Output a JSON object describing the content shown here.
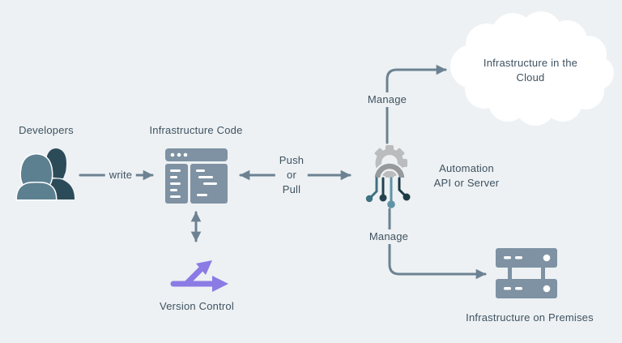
{
  "diagram_type": "infrastructure-as-code-workflow",
  "nodes": {
    "developers": {
      "label": "Developers",
      "icon": "two-people-icon",
      "color_front": "#5d8090",
      "color_back": "#2c4b59"
    },
    "infrastructure_code": {
      "label": "Infrastructure Code",
      "icon": "code-window-icon",
      "color": "#7e92a3"
    },
    "version_control": {
      "label": "Version Control",
      "icon": "git-branch-icon",
      "color": "#8b7be4"
    },
    "automation": {
      "label_line1": "Automation",
      "label_line2": "API or Server",
      "icon": "gear-circuit-icon",
      "gear_color": "#babcbe",
      "arch_color": "#97999b",
      "pin_colors": [
        "#3e7181",
        "#24434e",
        "#6093a6",
        "#1d3b47"
      ]
    },
    "cloud": {
      "label_line1": "Infrastructure in the",
      "label_line2": "Cloud",
      "icon": "cloud-shape",
      "color": "#ffffff"
    },
    "on_premises": {
      "label": "Infrastructure on Premises",
      "icon": "server-stack-icon",
      "color": "#7e92a3"
    }
  },
  "edges": {
    "write": {
      "label": "write",
      "from": "developers",
      "to": "infrastructure_code",
      "direction": "one-way"
    },
    "push_pull": {
      "label_line1": "Push",
      "label_line2": "or",
      "label_line3": "Pull",
      "from": "infrastructure_code",
      "to": "automation",
      "direction": "two-way"
    },
    "version_sync": {
      "from": "infrastructure_code",
      "to": "version_control",
      "direction": "two-way"
    },
    "manage_cloud": {
      "label": "Manage",
      "from": "automation",
      "to": "cloud",
      "direction": "one-way"
    },
    "manage_on_premises": {
      "label": "Manage",
      "from": "automation",
      "to": "on_premises",
      "direction": "one-way"
    }
  },
  "colors": {
    "background": "#edf1f3",
    "text": "#3f5261",
    "connector": "#6c8292"
  }
}
